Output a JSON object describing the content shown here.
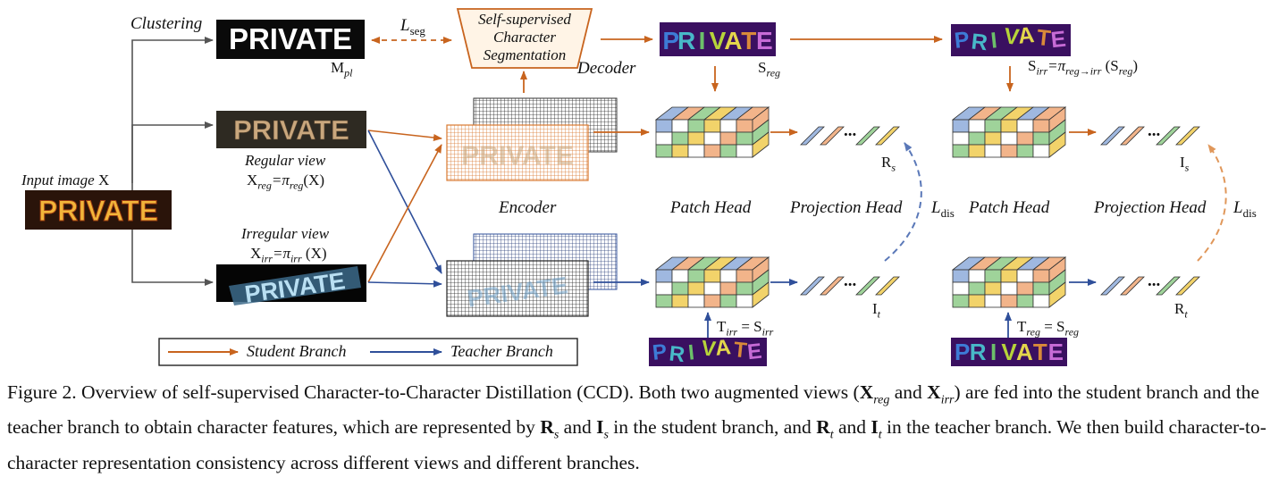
{
  "images": {
    "word": "PRIVATE",
    "private_colors": {
      "black_bg": "#0a0a0a",
      "gold_bg": "#2a140a",
      "gold_text": "#f2b53a",
      "tan_bg": "#2e2a22",
      "tan_text": "#c9a77d",
      "blue_text": "#7fb4d9",
      "seg_bg": "#3a1060",
      "seg_colors": [
        "#3d7bd6",
        "#48b8c8",
        "#6cc06a",
        "#b7d43a",
        "#e3d64b",
        "#d98a3a",
        "#c76bd6"
      ]
    }
  },
  "labels": {
    "clustering": "Clustering",
    "m_pl": "M",
    "m_pl_sub": "pl",
    "l_seg": "L",
    "l_seg_sub": "seg",
    "ssl_seg_line1": "Self-supervised",
    "ssl_seg_line2": "Character",
    "ssl_seg_line3": "Segmentation",
    "decoder": "Decoder",
    "s_reg": "S",
    "s_reg_sub": "reg",
    "s_irr_eq": "S",
    "s_irr_sub": "irr",
    "s_irr_rhs": "=π",
    "s_irr_rhs_sub": "reg→irr",
    "s_irr_rhs_tail": " (S",
    "s_irr_rhs_tail_sub": "reg",
    "s_irr_rhs_close": ")",
    "input_image": "Input image",
    "input_x": "X",
    "regular_view": "Regular view",
    "x_reg": "X",
    "x_reg_sub": "reg",
    "x_reg_eq": "=π",
    "x_reg_eq_sub": "reg",
    "x_reg_tail": "(X)",
    "irregular_view": "Irregular view",
    "x_irr": "X",
    "x_irr_sub": "irr",
    "x_irr_eq": "=π",
    "x_irr_eq_sub": "irr",
    "x_irr_tail": " (X)",
    "encoder": "Encoder",
    "patch_head_1": "Patch Head",
    "projection_head_1": "Projection Head",
    "patch_head_2": "Patch Head",
    "projection_head_2": "Projection Head",
    "r_s": "R",
    "r_s_sub": "s",
    "i_s": "I",
    "i_s_sub": "s",
    "i_t": "I",
    "i_t_sub": "t",
    "r_t": "R",
    "r_t_sub": "t",
    "l_dis_1": "L",
    "l_dis_1_sub": "dis",
    "l_dis_2": "L",
    "l_dis_2_sub": "dis",
    "t_irr": "T",
    "t_irr_sub": "irr",
    "t_irr_eq": " = S",
    "t_irr_eq_sub": "irr",
    "t_reg": "T",
    "t_reg_sub": "reg",
    "t_reg_eq": " = S",
    "t_reg_eq_sub": "reg",
    "ellipsis": "..."
  },
  "legend": {
    "student": "Student Branch",
    "teacher": "Teacher Branch",
    "student_color": "#c8641e",
    "teacher_color": "#2f4f9a"
  },
  "colors": {
    "arrow_gray": "#555555",
    "dash_blue": "#5a78b8",
    "dash_orange": "#e0975a",
    "cube_colors": [
      "#9fb8e0",
      "#f2b48a",
      "#9fd39a",
      "#f2d36a",
      "#b8b8b8"
    ]
  },
  "caption": {
    "p1": "Figure 2. Overview of self-supervised Character-to-Character Distillation (CCD). Both two augmented views (",
    "x_reg": "X",
    "x_reg_sub": "reg",
    "and": " and ",
    "x_irr": "X",
    "x_irr_sub": "irr",
    "p2": ") are fed into the student branch and the teacher branch to obtain character features, which are represented by ",
    "r_s": "R",
    "r_s_sub": "s",
    "and2": " and ",
    "i_s": "I",
    "i_s_sub": "s",
    "p3": " in the student branch, and ",
    "r_t": "R",
    "r_t_sub": "t",
    "p4": " and ",
    "i_t": "I",
    "i_t_sub": "t",
    "p5": " in the teacher branch. We then build character-to-character representation consistency across different views and different branches."
  }
}
